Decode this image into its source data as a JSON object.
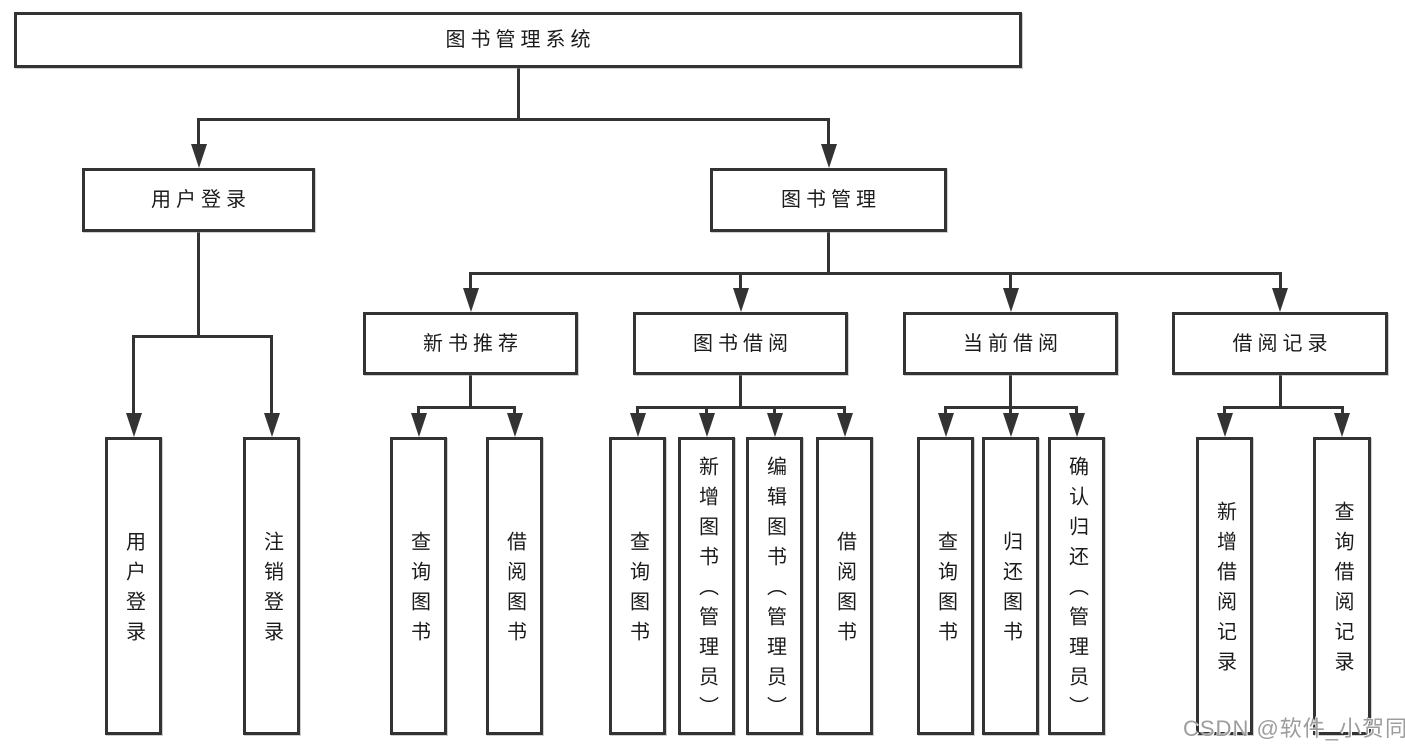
{
  "diagram": {
    "title": "图书管理系统",
    "watermark": "CSDN @软件_小贺同学",
    "colors": {
      "line": "#333333",
      "box_border": "#333333",
      "text": "#1b1b1b",
      "background": "#ffffff",
      "watermark": "#9d9d9d"
    },
    "nodes": [
      {
        "id": "root",
        "label": "图书管理系统",
        "children": [
          "login",
          "mgmt"
        ]
      },
      {
        "id": "login",
        "label": "用户登录",
        "children": [
          "user-login",
          "logout"
        ]
      },
      {
        "id": "mgmt",
        "label": "图书管理",
        "children": [
          "newbook",
          "borrow",
          "current",
          "records"
        ]
      },
      {
        "id": "newbook",
        "label": "新书推荐",
        "children": [
          "nb-query",
          "nb-borrow"
        ]
      },
      {
        "id": "borrow",
        "label": "图书借阅",
        "children": [
          "b-query",
          "b-add",
          "b-edit",
          "b-borrow"
        ]
      },
      {
        "id": "current",
        "label": "当前借阅",
        "children": [
          "c-query",
          "c-return",
          "c-confirm"
        ]
      },
      {
        "id": "records",
        "label": "借阅记录",
        "children": [
          "r-add",
          "r-query"
        ]
      },
      {
        "id": "user-login",
        "label": "用户登录",
        "vertical": true
      },
      {
        "id": "logout",
        "label": "注销登录",
        "vertical": true
      },
      {
        "id": "nb-query",
        "label": "查询图书",
        "vertical": true
      },
      {
        "id": "nb-borrow",
        "label": "借阅图书",
        "vertical": true
      },
      {
        "id": "b-query",
        "label": "查询图书",
        "vertical": true
      },
      {
        "id": "b-add",
        "label": "新增图书（管理员）",
        "vertical": true
      },
      {
        "id": "b-edit",
        "label": "编辑图书（管理员）",
        "vertical": true
      },
      {
        "id": "b-borrow",
        "label": "借阅图书",
        "vertical": true
      },
      {
        "id": "c-query",
        "label": "查询图书",
        "vertical": true
      },
      {
        "id": "c-return",
        "label": "归还图书",
        "vertical": true
      },
      {
        "id": "c-confirm",
        "label": "确认归还（管理员）",
        "vertical": true
      },
      {
        "id": "r-add",
        "label": "新增借阅记录",
        "vertical": true
      },
      {
        "id": "r-query",
        "label": "查询借阅记录",
        "vertical": true
      }
    ]
  }
}
